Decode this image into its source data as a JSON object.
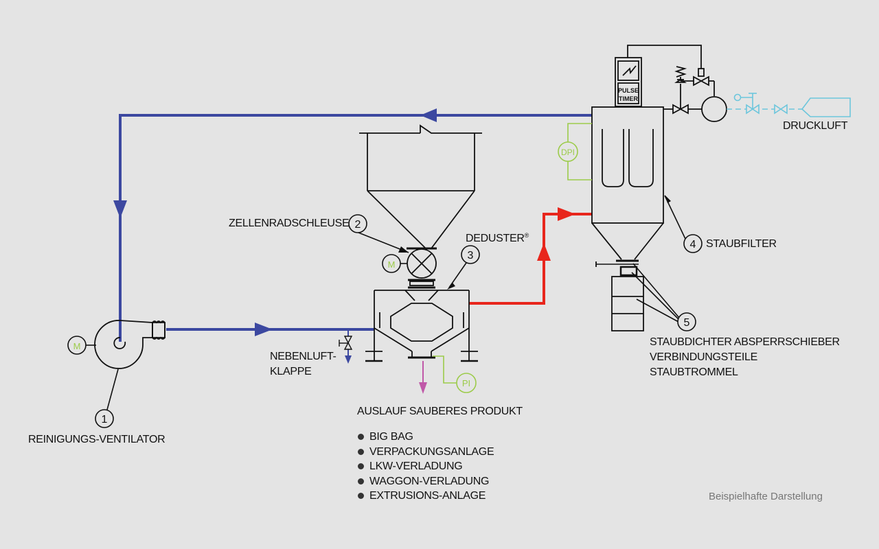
{
  "labels": {
    "reinigungs_ventilator": "REINIGUNGS-VENTILATOR",
    "zellenradschleuse": "ZELLENRADSCHLEUSE",
    "deduster": "DEDUSTER",
    "deduster_mark": "®",
    "staubfilter": "STAUBFILTER",
    "druckluft": "DRUCKLUFT",
    "nebenluft_line1": "NEBENLUFT-",
    "nebenluft_line2": "KLAPPE",
    "auslauf": "AUSLAUF SAUBERES PRODUKT",
    "five_line1": "STAUBDICHTER ABSPERRSCHIEBER",
    "five_line2": "VERBINDUNGSTEILE",
    "five_line3": "STAUBTROMMEL",
    "pulse_line1": "PULSE",
    "pulse_line2": "TIMER",
    "dpi": "DPI",
    "pi": "PI",
    "motor": "M"
  },
  "numbers": {
    "n1": "1",
    "n2": "2",
    "n3": "3",
    "n4": "4",
    "n5": "5"
  },
  "auslauf_items": [
    "BIG BAG",
    "VERPACKUNGSANLAGE",
    "LKW-VERLADUNG",
    "WAGGON-VERLADUNG",
    "EXTRUSIONS-ANLAGE"
  ],
  "note": "Beispielhafte Darstellung",
  "colors": {
    "background": "#e4e4e4",
    "clean_air_line": "#3c48a0",
    "dirty_air_line": "#e8261c",
    "instrument": "#9ccb4a",
    "compressed_air": "#6cc6dc",
    "product_outlet": "#c058a8",
    "equipment": "#111111"
  }
}
